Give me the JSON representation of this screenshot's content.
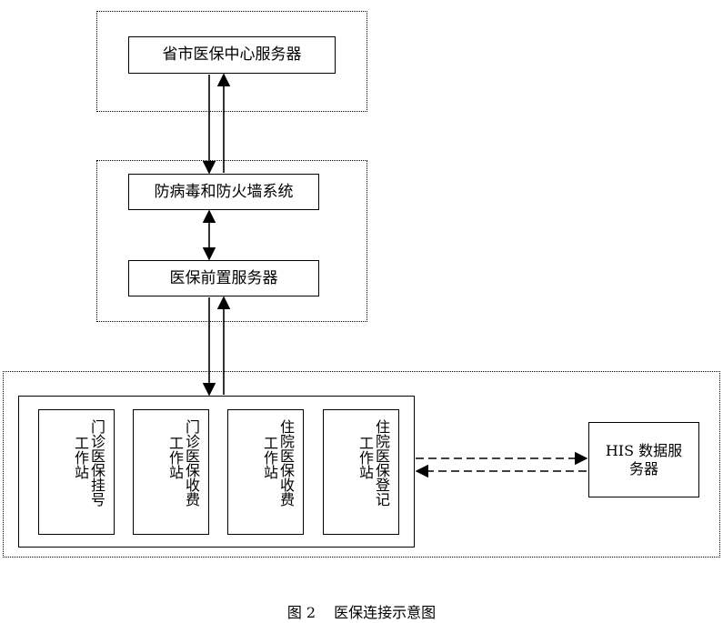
{
  "diagram": {
    "top_group": {
      "center_server": "省市医保中心服务器"
    },
    "middle_group": {
      "firewall": "防病毒和防火墙系统",
      "front_server": "医保前置服务器"
    },
    "bottom_group": {
      "stations": [
        {
          "line1": "门诊医保挂号",
          "line2": "工作站"
        },
        {
          "line1": "门诊医保收费",
          "line2": "工作站"
        },
        {
          "line1": "住院医保收费",
          "line2": "工作站"
        },
        {
          "line1": "住院医保登记",
          "line2": "工作站"
        }
      ],
      "his_server": "HIS 数据服务器"
    },
    "caption": {
      "number": "图 2",
      "title": "医保连接示意图"
    }
  }
}
